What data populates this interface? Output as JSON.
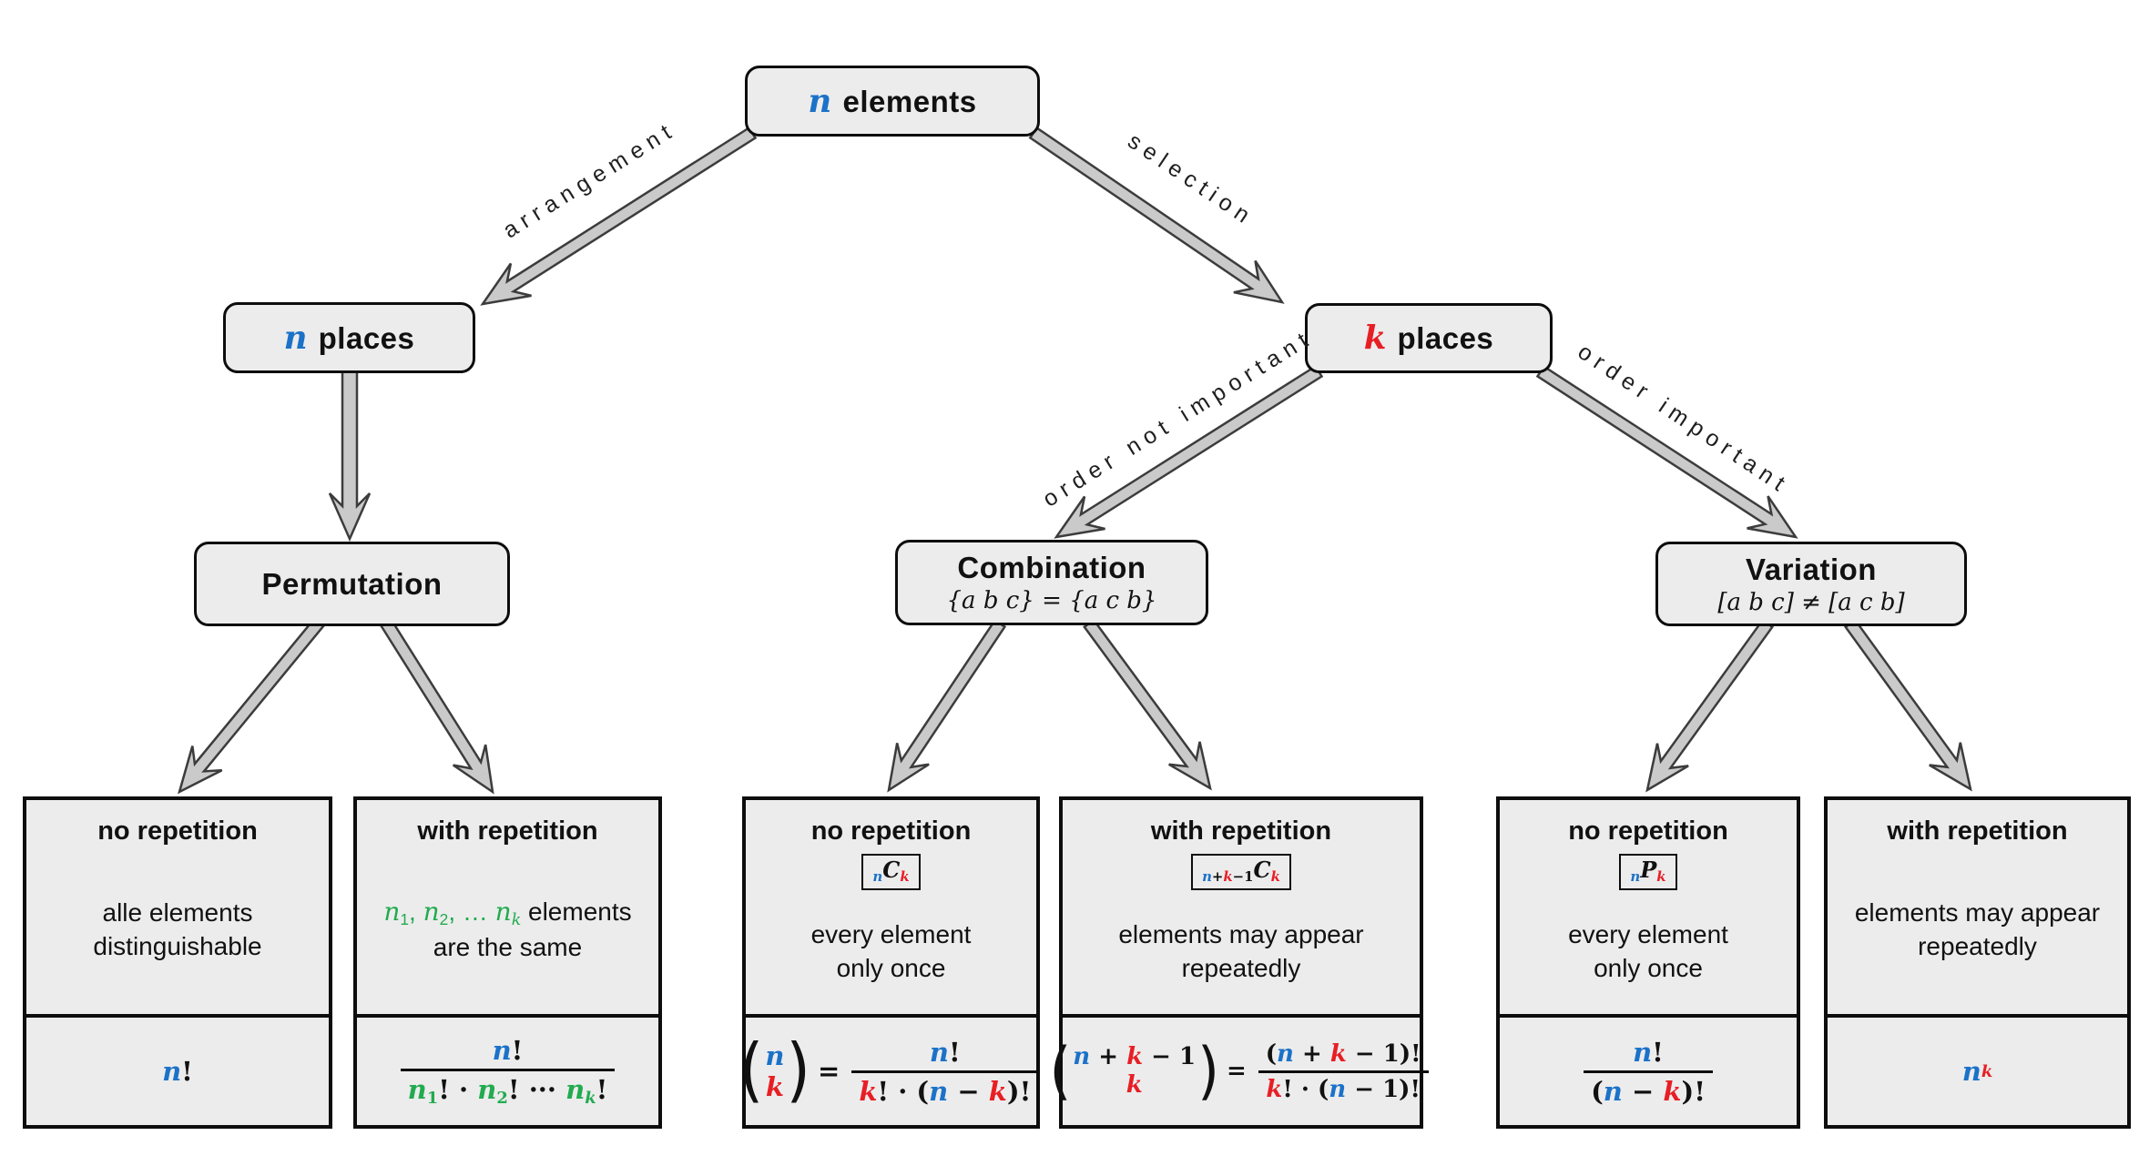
{
  "palette": {
    "blue": "#1b72c8",
    "red": "#e81e25",
    "green": "#22ab4f",
    "box_fill": "#ececec",
    "box_border": "#0d0d0d",
    "arrow_fill": "#cacaca",
    "arrow_stroke": "#3c3c3c"
  },
  "nodes": {
    "root": {
      "label": [
        {
          "t": "n",
          "c": "blue",
          "v": 1
        },
        {
          "t": " elements"
        }
      ]
    },
    "n_places": {
      "label": [
        {
          "t": "n",
          "c": "blue",
          "v": 1
        },
        {
          "t": " places"
        }
      ]
    },
    "k_places": {
      "label": [
        {
          "t": "k",
          "c": "red",
          "v": 1
        },
        {
          "t": " places"
        }
      ]
    },
    "permutation": {
      "label": [
        {
          "t": "Permutation"
        }
      ]
    },
    "combination": {
      "label": [
        {
          "t": "Combination"
        }
      ],
      "subtitle": [
        {
          "t": "{a b c} = {a c b}",
          "v": 1
        }
      ]
    },
    "variation": {
      "label": [
        {
          "t": "Variation"
        }
      ],
      "subtitle": [
        {
          "t": "[a b c] ≠ [a c b]",
          "v": 1
        }
      ]
    }
  },
  "edges": {
    "arrangement": "arrangement",
    "selection": "selection",
    "order_not_important": "order not important",
    "order_important": "order important"
  },
  "leaves": [
    {
      "title": "no repetition",
      "badge": null,
      "desc": [
        [
          {
            "t": "alle elements"
          }
        ],
        [
          {
            "t": "distinguishable"
          }
        ]
      ],
      "formula": [
        {
          "tk": [
            {
              "t": "n",
              "c": "blue",
              "v": 1
            },
            {
              "t": "!"
            }
          ]
        }
      ]
    },
    {
      "title": "with repetition",
      "badge": null,
      "desc": [
        [
          {
            "t": "n",
            "c": "green",
            "v": 1
          },
          {
            "t": "1",
            "c": "green",
            "sub": 1
          },
          {
            "t": ", ",
            "c": "green"
          },
          {
            "t": "n",
            "c": "green",
            "v": 1
          },
          {
            "t": "2",
            "c": "green",
            "sub": 1
          },
          {
            "t": ", … ",
            "c": "green"
          },
          {
            "t": "n",
            "c": "green",
            "v": 1
          },
          {
            "t": "k",
            "c": "green",
            "v": 1,
            "sub": 1
          },
          {
            "t": " elements"
          }
        ],
        [
          {
            "t": "are the same"
          }
        ]
      ],
      "formula": [
        {
          "f": {
            "num": [
              {
                "t": "n",
                "c": "blue",
                "v": 1
              },
              {
                "t": "!"
              }
            ],
            "den": [
              {
                "t": "n",
                "c": "green",
                "v": 1
              },
              {
                "t": "1",
                "c": "green",
                "sub": 1
              },
              {
                "t": "! · "
              },
              {
                "t": "n",
                "c": "green",
                "v": 1
              },
              {
                "t": "2",
                "c": "green",
                "sub": 1
              },
              {
                "t": "! ··· "
              },
              {
                "t": "n",
                "c": "green",
                "v": 1
              },
              {
                "t": "k",
                "c": "green",
                "v": 1,
                "sub": 1
              },
              {
                "t": "!"
              }
            ]
          }
        }
      ]
    },
    {
      "title": "no repetition",
      "badge": [
        {
          "t": "n",
          "c": "blue",
          "v": 1,
          "sub": 1
        },
        {
          "t": "C",
          "v": 1
        },
        {
          "t": "k",
          "c": "red",
          "v": 1,
          "sub": 1
        }
      ],
      "desc": [
        [
          {
            "t": "every element"
          }
        ],
        [
          {
            "t": "only once"
          }
        ]
      ],
      "formula": [
        {
          "b": [
            [
              {
                "t": "n",
                "c": "blue",
                "v": 1
              }
            ],
            [
              {
                "t": "k",
                "c": "red",
                "v": 1
              }
            ]
          ]
        },
        {
          "tk": [
            {
              "t": "=",
              "cls": "eq"
            }
          ]
        },
        {
          "f": {
            "num": [
              {
                "t": "n",
                "c": "blue",
                "v": 1
              },
              {
                "t": "!"
              }
            ],
            "den": [
              {
                "t": "k",
                "c": "red",
                "v": 1
              },
              {
                "t": "! · ("
              },
              {
                "t": "n",
                "c": "blue",
                "v": 1
              },
              {
                "t": " − "
              },
              {
                "t": "k",
                "c": "red",
                "v": 1
              },
              {
                "t": ")!"
              }
            ]
          }
        }
      ]
    },
    {
      "title": "with repetition",
      "badge": [
        {
          "t": "n",
          "c": "blue",
          "v": 1,
          "sub": 1
        },
        {
          "t": "+",
          "sub": 1
        },
        {
          "t": "k",
          "c": "red",
          "v": 1,
          "sub": 1
        },
        {
          "t": "−1",
          "sub": 1
        },
        {
          "t": "C",
          "v": 1
        },
        {
          "t": "k",
          "c": "red",
          "v": 1,
          "sub": 1
        }
      ],
      "desc": [
        [
          {
            "t": "elements may appear"
          }
        ],
        [
          {
            "t": "repeatedly"
          }
        ]
      ],
      "formula": [
        {
          "b": [
            [
              {
                "t": "n",
                "c": "blue",
                "v": 1
              },
              {
                "t": " + "
              },
              {
                "t": "k",
                "c": "red",
                "v": 1
              },
              {
                "t": " − 1"
              }
            ],
            [
              {
                "t": "k",
                "c": "red",
                "v": 1
              }
            ]
          ]
        },
        {
          "tk": [
            {
              "t": "=",
              "cls": "eq"
            }
          ]
        },
        {
          "f": {
            "num": [
              {
                "t": "("
              },
              {
                "t": "n",
                "c": "blue",
                "v": 1
              },
              {
                "t": " + "
              },
              {
                "t": "k",
                "c": "red",
                "v": 1
              },
              {
                "t": " − 1)!"
              }
            ],
            "den": [
              {
                "t": "k",
                "c": "red",
                "v": 1
              },
              {
                "t": "! · ("
              },
              {
                "t": "n",
                "c": "blue",
                "v": 1
              },
              {
                "t": " − 1)!"
              }
            ]
          }
        }
      ]
    },
    {
      "title": "no repetition",
      "badge": [
        {
          "t": "n",
          "c": "blue",
          "v": 1,
          "sub": 1
        },
        {
          "t": "P",
          "v": 1
        },
        {
          "t": "k",
          "c": "red",
          "v": 1,
          "sub": 1
        }
      ],
      "desc": [
        [
          {
            "t": "every element"
          }
        ],
        [
          {
            "t": "only once"
          }
        ]
      ],
      "formula": [
        {
          "f": {
            "num": [
              {
                "t": "n",
                "c": "blue",
                "v": 1
              },
              {
                "t": "!"
              }
            ],
            "den": [
              {
                "t": "("
              },
              {
                "t": "n",
                "c": "blue",
                "v": 1
              },
              {
                "t": " − "
              },
              {
                "t": "k",
                "c": "red",
                "v": 1
              },
              {
                "t": ")!"
              }
            ]
          }
        }
      ]
    },
    {
      "title": "with repetition",
      "badge": null,
      "desc": [
        [
          {
            "t": "elements may appear"
          }
        ],
        [
          {
            "t": "repeatedly"
          }
        ]
      ],
      "formula": [
        {
          "tk": [
            {
              "t": "n",
              "c": "blue",
              "v": 1
            },
            {
              "t": "k",
              "c": "red",
              "v": 1,
              "sup": 1
            }
          ]
        }
      ]
    }
  ]
}
